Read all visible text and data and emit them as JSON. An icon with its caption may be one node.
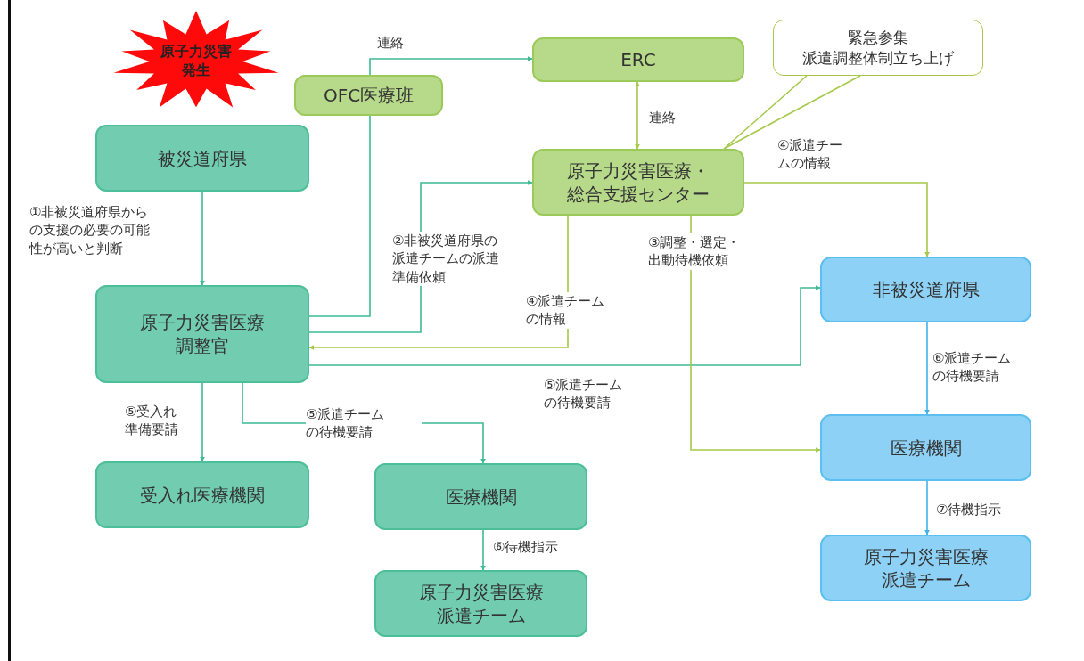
{
  "diagram": {
    "nodes": [
      {
        "text": [
          "原子力災害発生"
        ]
      },
      {
        "text": [
          "OFC医療班"
        ]
      },
      {
        "text": [
          "ERC"
        ]
      },
      {
        "text": [
          "緊急参集派遣調整体制立ち上げ"
        ]
      },
      {
        "text": [
          "原子力災害医療・総合支援センター"
        ]
      },
      {
        "text": [
          "被災道府県"
        ]
      },
      {
        "text": [
          "原子力災害医療調整官"
        ]
      },
      {
        "text": [
          "非被災道府県"
        ]
      },
      {
        "text": [
          "受入れ医療機関"
        ]
      },
      {
        "text": [
          "医療機関"
        ]
      },
      {
        "text": [
          "医療機関"
        ]
      },
      {
        "text": [
          "原子力災害医療派遣チーム"
        ]
      },
      {
        "text": [
          "原子力災害医療派遣チーム"
        ]
      }
    ],
    "edges": [
      {
        "from": 5,
        "to": 6,
        "arrow": "to",
        "label": "①非被災道府県からの支援の必要の可能性が高いと判断"
      },
      {
        "from": 6,
        "to": 1,
        "arrow": "none"
      },
      {
        "from": 1,
        "to": 2,
        "arrow": "to",
        "label": "連絡"
      },
      {
        "from": 6,
        "to": 4,
        "arrow": "to",
        "label": "②非被災道府県の派遣チームの派遣準備依頼"
      },
      {
        "from": 4,
        "to": 6,
        "arrow": "to",
        "label": "④派遣チームの情報",
        "color": "#a6c94a"
      },
      {
        "from": 2,
        "to": 4,
        "arrow": "both",
        "label": "連絡",
        "color": "#a6c94a"
      },
      {
        "from": 3,
        "to": 4,
        "arrow": "none",
        "color": "#a6c94a"
      },
      {
        "from": 4,
        "to": 7,
        "arrow": "to",
        "label": "④派遣チームの情報",
        "color": "#a6c94a"
      },
      {
        "from": 6,
        "to": 7,
        "arrow": "to",
        "label": "⑤派遣チームの待機要請"
      },
      {
        "from": 4,
        "to": 10,
        "arrow": "to",
        "label": "③調整・選定・出動待機依頼",
        "color": "#a6c94a"
      },
      {
        "from": 6,
        "to": 8,
        "arrow": "to",
        "label": "⑤受入れ準備要請"
      },
      {
        "from": 6,
        "to": 9,
        "arrow": "to",
        "label": "⑤派遣チームの待機要請"
      },
      {
        "from": 9,
        "to": 11,
        "arrow": "to",
        "label": "⑥待機指示"
      },
      {
        "from": 7,
        "to": 10,
        "arrow": "to",
        "label": "⑥派遣チームの待機要請",
        "color": "#3fb2ea"
      },
      {
        "from": 10,
        "to": 12,
        "arrow": "to",
        "label": "⑦待機指示",
        "color": "#3fb2ea"
      }
    ]
  }
}
